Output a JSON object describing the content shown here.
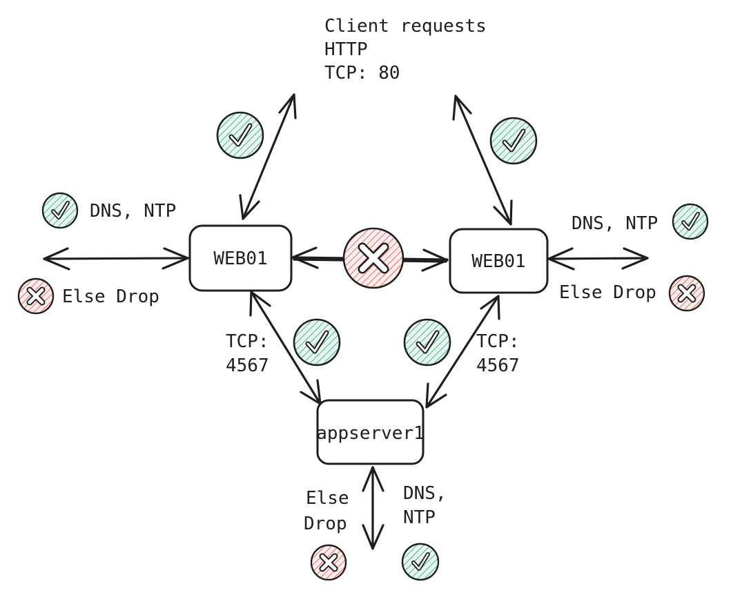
{
  "nodes": {
    "web_left": "WEB01",
    "web_right": "WEB01",
    "app": "appserver1"
  },
  "labels": {
    "client_line1": "Client requests",
    "client_line2": "HTTP",
    "client_line3": "TCP: 80",
    "left_dns": "DNS, NTP",
    "left_drop": "Else Drop",
    "right_dns": "DNS, NTP",
    "right_drop": "Else Drop",
    "tcp_left_1": "TCP:",
    "tcp_left_2": "4567",
    "tcp_right_1": "TCP:",
    "tcp_right_2": "4567",
    "bottom_drop_1": "Else",
    "bottom_drop_2": "Drop",
    "bottom_dns_1": "DNS,",
    "bottom_dns_2": "NTP"
  },
  "colors": {
    "allow": "#2f9e6f",
    "allow_fill": "#c3eddb",
    "deny": "#e03131",
    "deny_fill": "#fbdede",
    "stroke": "#1e1e1e"
  },
  "icons": {
    "allow": "check-icon",
    "deny": "x-icon"
  }
}
